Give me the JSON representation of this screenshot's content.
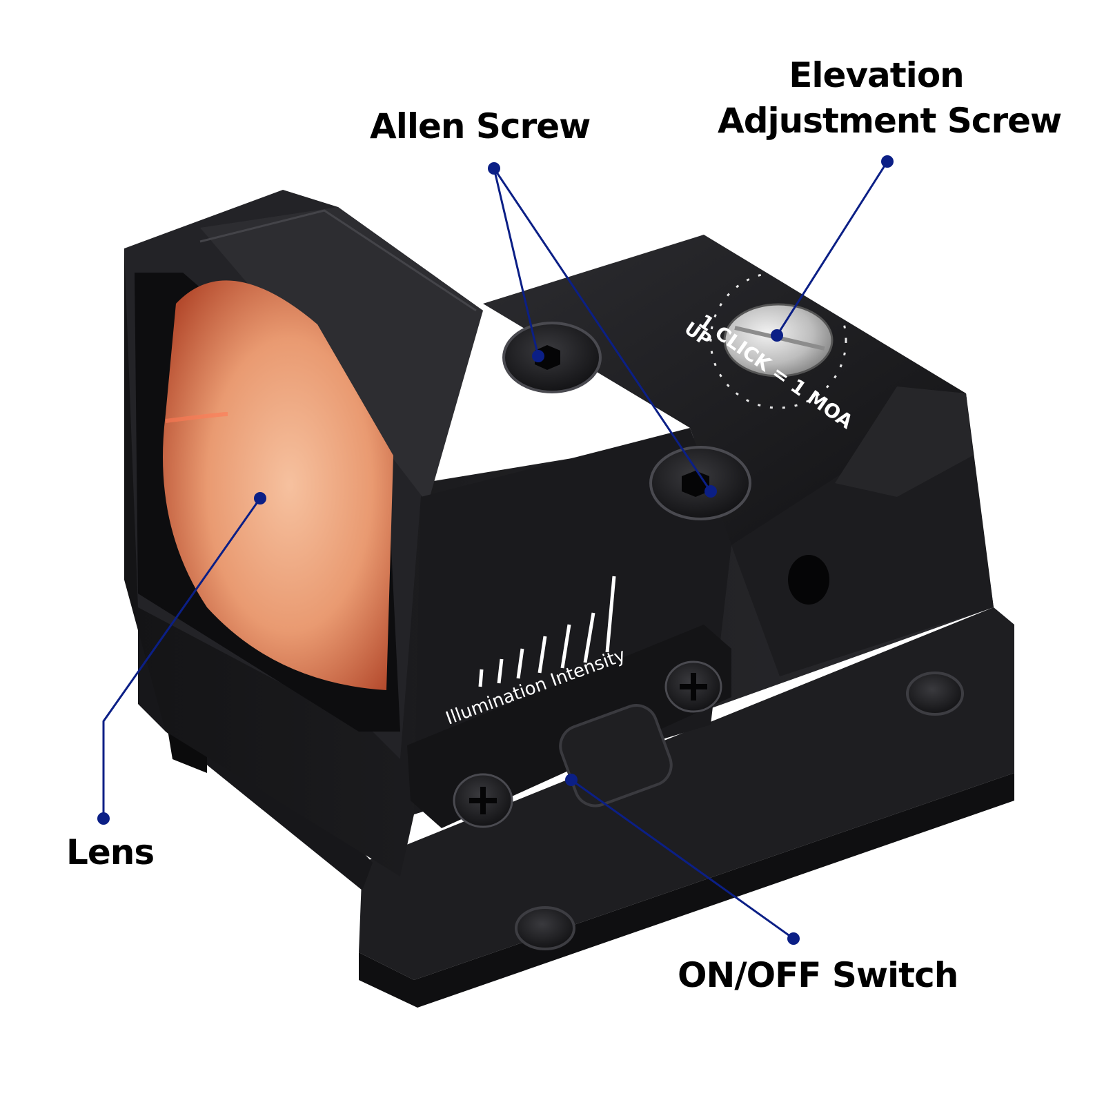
{
  "colors": {
    "leader": "#0b1f86",
    "body": "#1b1b1d",
    "lens": "#e6966f",
    "label": "#000000"
  },
  "callouts": {
    "elevation_line1": "Elevation",
    "elevation_line2": "Adjustment Screw",
    "allen": "Allen Screw",
    "lens": "Lens",
    "onoff": "ON/OFF  Switch"
  },
  "engravings": {
    "click": "1 CLICK = 1 MOA",
    "up": "UP",
    "illumination": "Illumination Intensity"
  }
}
